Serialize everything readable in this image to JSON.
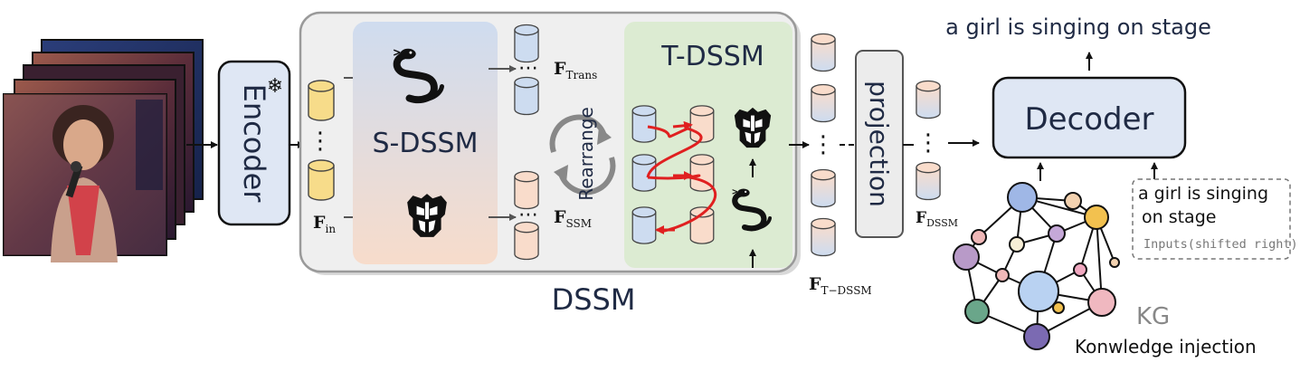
{
  "encoder": {
    "label": "Encoder"
  },
  "dssm": {
    "label": "DSSM"
  },
  "sdssm": {
    "label": "S-DSSM"
  },
  "tdssm": {
    "label": "T-DSSM"
  },
  "rearrange": {
    "label": "Rearrange"
  },
  "projection": {
    "label": "projection"
  },
  "decoder": {
    "label": "Decoder"
  },
  "features": {
    "f_in": {
      "main": "F",
      "sub": "in"
    },
    "f_trans": {
      "main": "F",
      "sub": "Trans"
    },
    "f_ssm": {
      "main": "F",
      "sub": "SSM"
    },
    "f_tdssm": {
      "main": "F",
      "sub": "T−DSSM"
    },
    "f_dssm": {
      "main": "F",
      "sub": "DSSM"
    }
  },
  "output_caption": "a girl is singing on stage",
  "decoder_input": {
    "line1": "a girl is singing",
    "line2": "on stage",
    "note": "Inputs(shifted right)"
  },
  "kg": {
    "label": "KG",
    "caption": "Konwledge injection"
  },
  "dots": "⋯",
  "vdots": "⋮",
  "icons": {
    "frozen": "snowflake-icon",
    "mamba": "snake-icon",
    "transformer": "transformer-logo-icon"
  },
  "colors": {
    "dssm_bg": "#efefef",
    "sdssm_top": "#cfdcef",
    "sdssm_bottom": "#f7dccb",
    "tdssm_bg": "#dcebd2",
    "encoder_bg": "#dfe7f4",
    "decoder_bg": "#dfe7f4",
    "token_yellow": "#f7dc8a",
    "token_blue": "#cddcf0",
    "token_peach": "#f9dccb",
    "arrow_red": "#e02020",
    "text_dark": "#1f2a44"
  }
}
